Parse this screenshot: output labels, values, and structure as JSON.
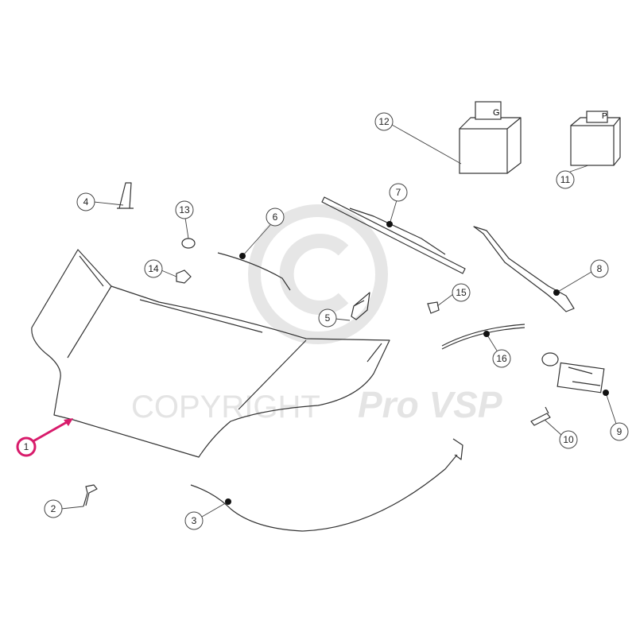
{
  "watermark": {
    "symbol": "©",
    "text": "COPYRIGHT",
    "brand": "Pro VSP"
  },
  "highlight_color": "#d81b6b",
  "callouts": [
    {
      "label": "1",
      "highlighted": true
    },
    {
      "label": "2"
    },
    {
      "label": "3"
    },
    {
      "label": "4"
    },
    {
      "label": "5"
    },
    {
      "label": "6"
    },
    {
      "label": "7"
    },
    {
      "label": "8"
    },
    {
      "label": "9"
    },
    {
      "label": "10"
    },
    {
      "label": "11"
    },
    {
      "label": "12"
    },
    {
      "label": "13"
    },
    {
      "label": "14"
    },
    {
      "label": "15"
    },
    {
      "label": "16"
    }
  ],
  "battery_large_label": "G",
  "battery_small_label": "P"
}
